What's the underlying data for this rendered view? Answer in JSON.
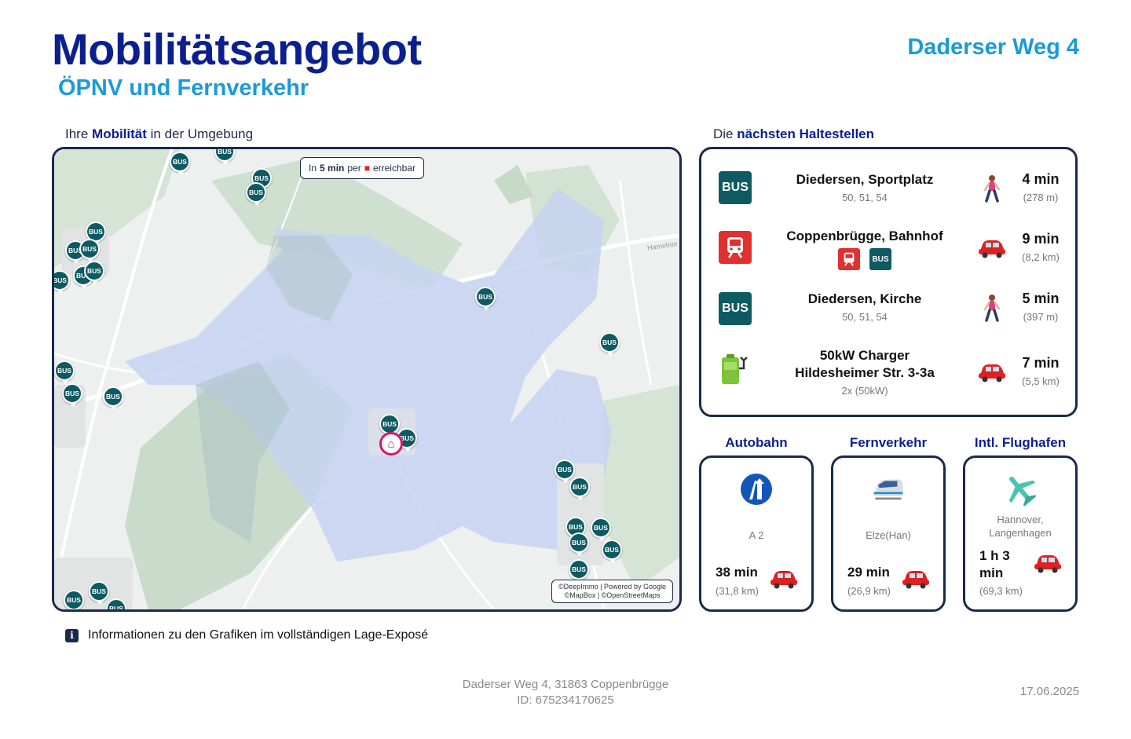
{
  "header": {
    "title": "Mobilitätsangebot",
    "subtitle": "ÖPNV und Fernverkehr",
    "address": "Daderser Weg 4"
  },
  "map": {
    "heading_pre": "Ihre ",
    "heading_bold": "Mobilität",
    "heading_post": " in der Umgebung",
    "reach_pre": "In ",
    "reach_bold": "5 min",
    "reach_mid": " per ",
    "reach_post": " erreichbar",
    "attribution_line1": "©DeepImmo | Powered by Google",
    "attribution_line2": "©MapBox | ©OpenStreetMaps",
    "road_label": "Hamelner",
    "bus_label": "BUS",
    "colors": {
      "isochrone": "#c5d4f1",
      "forest": "#c9dccb",
      "bus_pin": "#0e5a63",
      "home_pin": "#d01a6a"
    }
  },
  "stops": {
    "heading_pre": "Die ",
    "heading_bold": "nächsten Haltestellen",
    "items": [
      {
        "icon": "bus",
        "icon_label": "BUS",
        "name": "Diedersen, Sportplatz",
        "sub": "50, 51, 54",
        "mode": "walk",
        "time": "4 min",
        "distance": "(278 m)"
      },
      {
        "icon": "train",
        "name": "Coppenbrügge, Bahnhof",
        "badge_bus": "BUS",
        "mode": "car",
        "time": "9 min",
        "distance": "(8,2 km)"
      },
      {
        "icon": "bus",
        "icon_label": "BUS",
        "name": "Diedersen, Kirche",
        "sub": "50, 51, 54",
        "mode": "walk",
        "time": "5 min",
        "distance": "(397 m)"
      },
      {
        "icon": "charger",
        "name_line1": "50kW Charger",
        "name_line2": "Hildesheimer Str. 3-3a",
        "sub": "2x (50kW)",
        "mode": "car",
        "time": "7 min",
        "distance": "(5,5 km)"
      }
    ]
  },
  "cards": [
    {
      "heading": "Autobahn",
      "icon": "highway-icon",
      "place": "A 2",
      "time": "38 min",
      "distance": "(31,8 km)"
    },
    {
      "heading": "Fernverkehr",
      "icon": "high-speed-train-icon",
      "place": "Elze(Han)",
      "time": "29 min",
      "distance": "(26,9 km)"
    },
    {
      "heading": "Intl. Flughafen",
      "icon": "airplane-icon",
      "place_line1": "Hannover,",
      "place_line2": "Langenhagen",
      "time_line1": "1 h 3",
      "time_line2": "min",
      "distance": "(69,3 km)"
    }
  ],
  "info": {
    "icon": "i",
    "text": "Informationen zu den Grafiken im vollständigen Lage-Exposé"
  },
  "footer": {
    "address": "Daderser Weg 4, 31863 Coppenbrügge",
    "id": "ID: 675234170625",
    "date": "17.06.2025"
  }
}
